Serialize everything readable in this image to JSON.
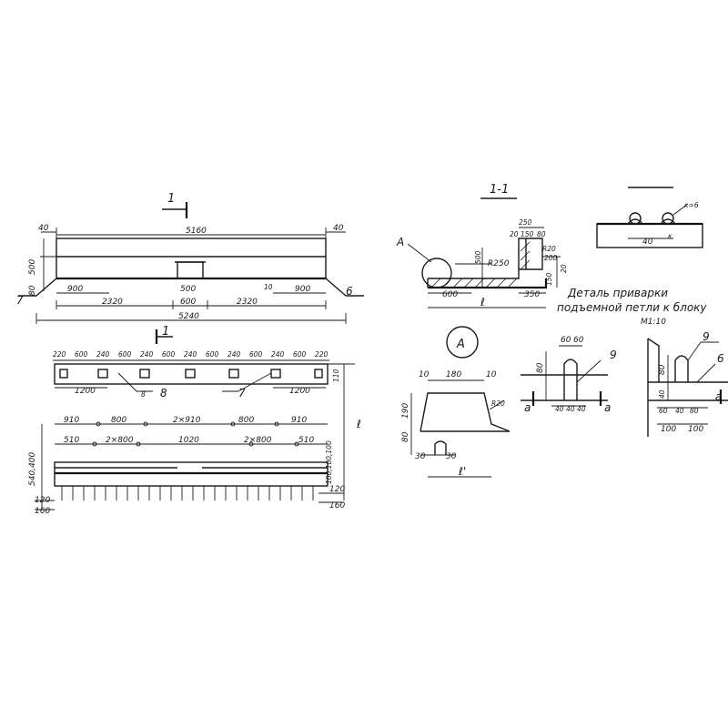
{
  "section_marks": {
    "top": "1",
    "bottom": "1",
    "section_title": "1-1"
  },
  "callouts": {
    "detail_A": "А",
    "detail_A_circle": "А",
    "item_7": "7",
    "item_6": "6",
    "item_8": "8",
    "item_7b": "7",
    "item_9": "9",
    "item_6b": "6"
  },
  "front_view": {
    "overall_top": "5160",
    "left_end": "40",
    "right_end": "40",
    "height_500": "500",
    "height_80": "80",
    "seg_900_left": "900",
    "seg_900_right": "900",
    "seg_2320_left": "2320",
    "seg_2320_right": "2320",
    "center_500": "500",
    "center_600": "600",
    "overall_bottom": "5240",
    "mark_10": "10"
  },
  "plan_view": {
    "top_dims": [
      "220",
      "600",
      "240",
      "600",
      "240",
      "600",
      "240",
      "600",
      "240",
      "600",
      "240",
      "600",
      "220"
    ],
    "dim_1200_left": "1200",
    "dim_1200_right": "1200",
    "height_110": "110",
    "length_l": "ℓ",
    "row1": [
      "910",
      "800",
      "2×910",
      "800",
      "910"
    ],
    "row2": [
      "510",
      "2×800",
      "1020",
      "2×800",
      "510"
    ],
    "left_stack": "540,400",
    "right_stack": "100,100,100",
    "bottom_120": "120",
    "bottom_160": "160",
    "right_120": "120",
    "right_160": "160"
  },
  "section_1_1": {
    "top_250": "250",
    "d_20": "20",
    "d_150": "150",
    "d_80": "80",
    "r20": "R20",
    "d_200": "200",
    "r250": "R250",
    "h_500": "500",
    "h_20": "20",
    "h_150": "150",
    "b_600": "600",
    "b_350": "350",
    "b_l": "ℓ"
  },
  "weld_detail": {
    "dim_40": "40",
    "dim_k": "к",
    "dim_5": "к=6",
    "caption_1": "Деталь приварки",
    "caption_2": "подъемной петли к блоку",
    "caption_3": "М1:10"
  },
  "detail_A_view": {
    "d10a": "10",
    "d180": "180",
    "d10b": "10",
    "h190": "190",
    "h80": "80",
    "d30a": "30",
    "d30b": "30",
    "r20": "R20",
    "l": "ℓ'"
  },
  "loop_7": {
    "d60a": "60",
    "d60b": "60",
    "h80": "80",
    "b40a": "40",
    "b40b": "40",
    "b40c": "40",
    "mark_a1": "а",
    "mark_a2": "а"
  },
  "loop_9": {
    "h80": "80",
    "h40": "40",
    "b60": "60",
    "b40": "40",
    "b80": "80",
    "b100a": "100",
    "b100b": "100",
    "mark_a": "а"
  }
}
